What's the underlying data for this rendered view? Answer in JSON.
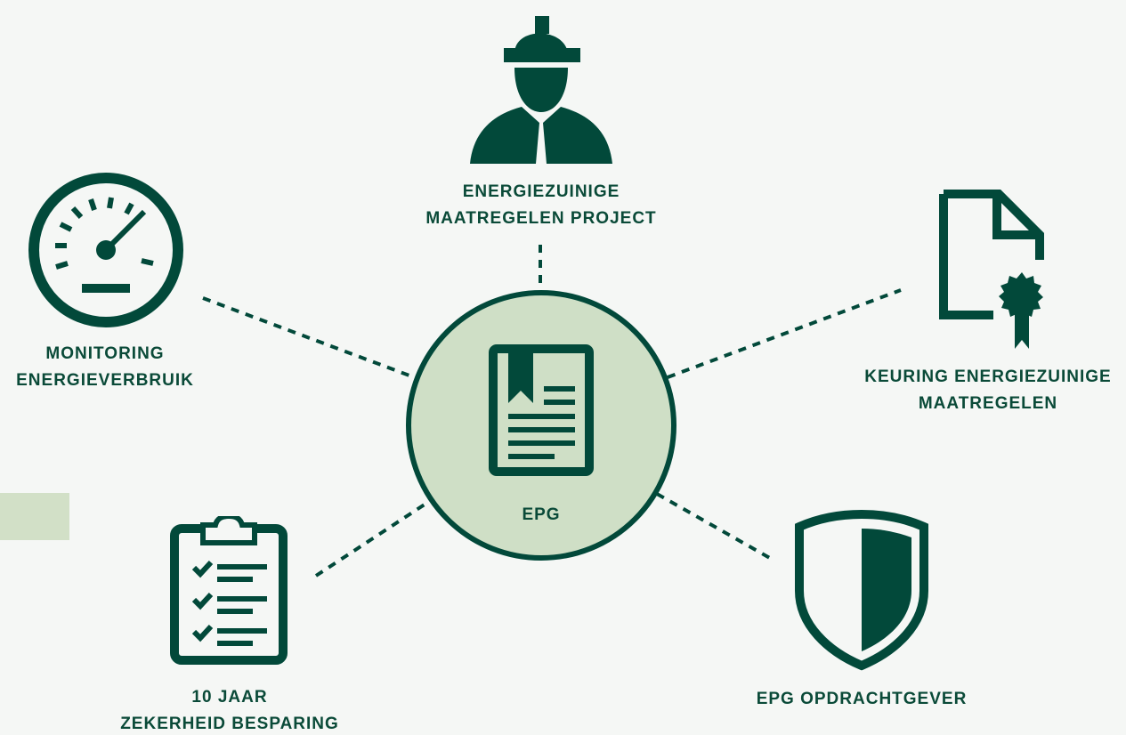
{
  "colors": {
    "primary": "#02493a",
    "center_fill": "#cfdfc6",
    "background": "#f5f7f5",
    "accent": "#d2e0c7"
  },
  "center": {
    "label": "EPG",
    "icon": "book-icon"
  },
  "nodes": {
    "top": {
      "line1": "ENERGIEZUINIGE",
      "line2": "MAATREGELEN PROJECT",
      "icon": "construction-worker-icon"
    },
    "left": {
      "line1": "MONITORING",
      "line2": "ENERGIEVERBRUIK",
      "icon": "gauge-icon"
    },
    "right": {
      "line1": "KEURING ENERGIEZUINIGE",
      "line2": "MAATREGELEN",
      "icon": "certificate-document-icon"
    },
    "bottom_left": {
      "line1": "10 JAAR",
      "line2": "ZEKERHEID BESPARING",
      "icon": "checklist-clipboard-icon"
    },
    "bottom_right": {
      "line1": "EPG OPDRACHTGEVER",
      "icon": "shield-icon"
    }
  }
}
